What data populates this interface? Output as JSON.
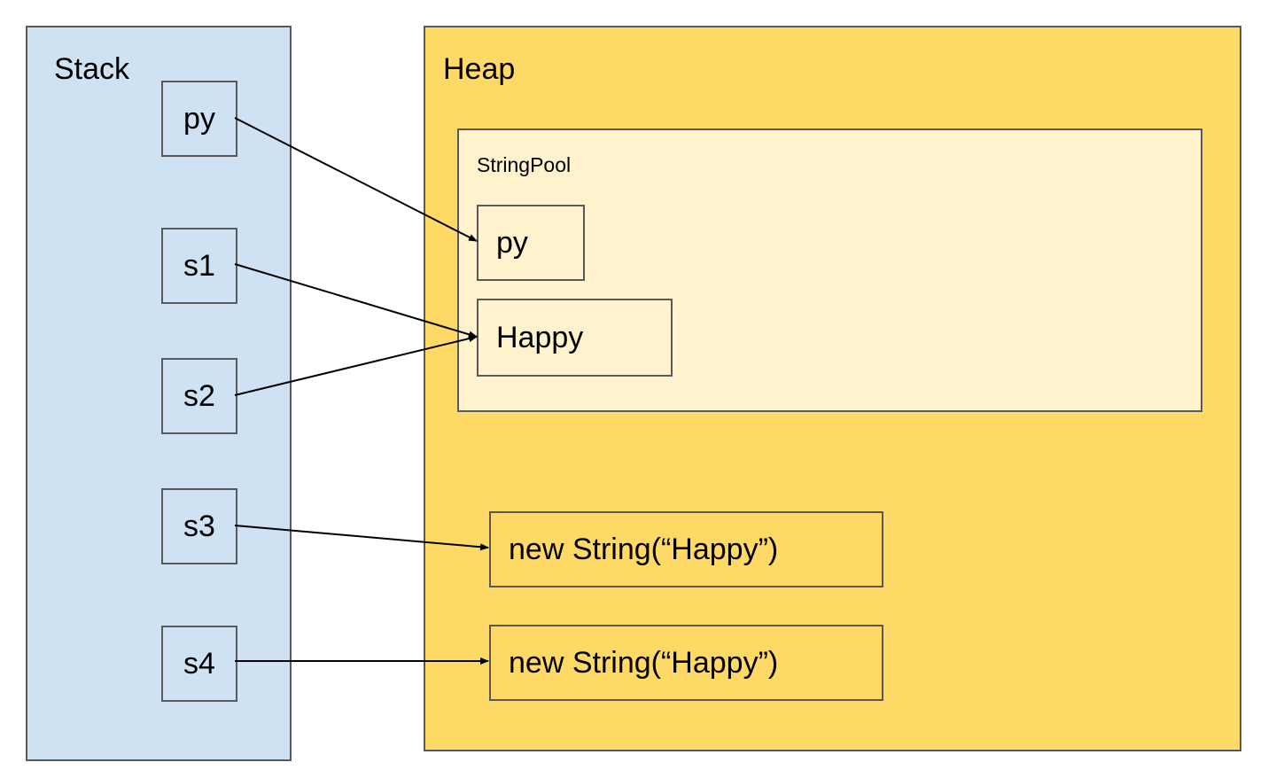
{
  "colors": {
    "stack_fill": "#cfe2f3",
    "heap_fill": "#ffd966",
    "pool_fill": "#fff2cc",
    "border": "#595959",
    "arrow": "#000000"
  },
  "stack": {
    "title": "Stack",
    "variables": [
      "py",
      "s1",
      "s2",
      "s3",
      "s4"
    ]
  },
  "heap": {
    "title": "Heap",
    "string_pool": {
      "title": "StringPool",
      "literals": [
        "py",
        "Happy"
      ]
    },
    "objects": [
      "new String(“Happy”)",
      "new String(“Happy”)"
    ]
  },
  "references": [
    {
      "from": "py",
      "to": "pool-literal-py"
    },
    {
      "from": "s1",
      "to": "pool-literal-happy"
    },
    {
      "from": "s2",
      "to": "pool-literal-happy"
    },
    {
      "from": "s3",
      "to": "heap-object-1"
    },
    {
      "from": "s4",
      "to": "heap-object-2"
    }
  ]
}
